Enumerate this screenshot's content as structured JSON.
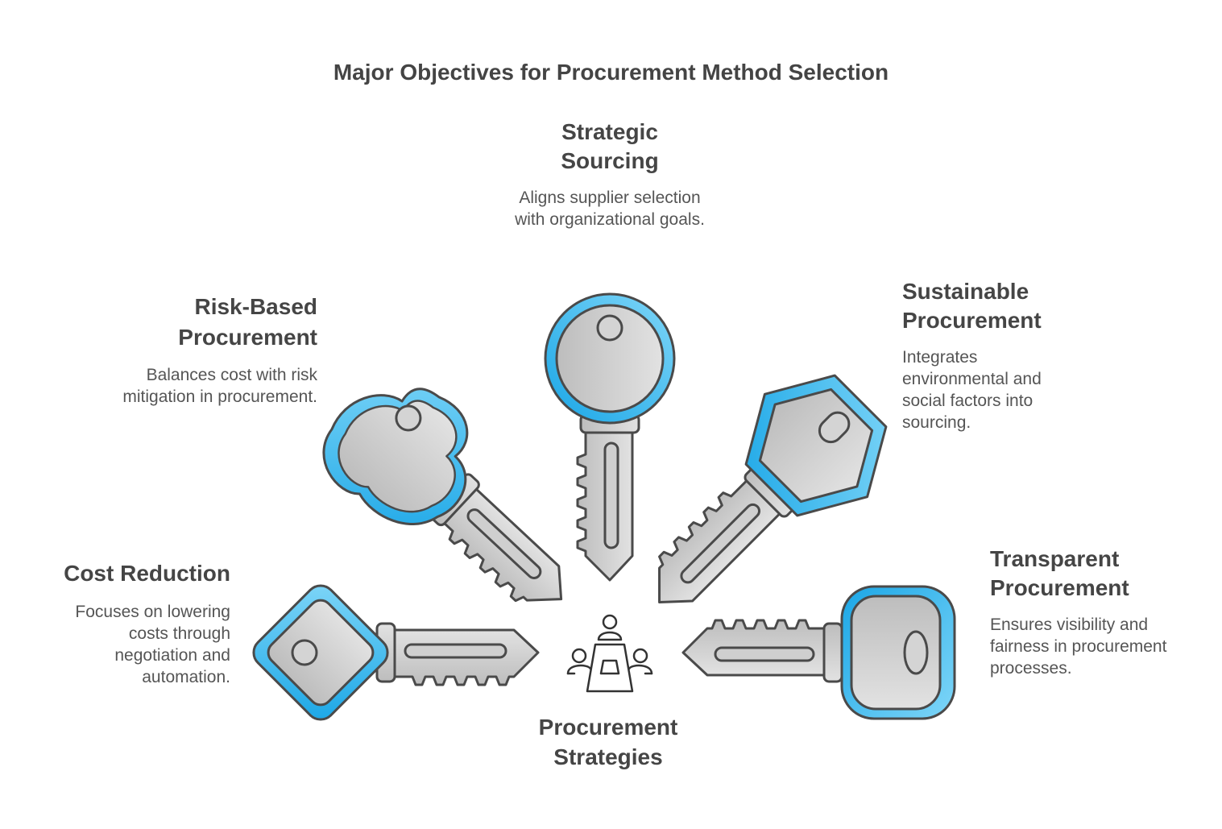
{
  "title": "Major Objectives for Procurement Method Selection",
  "center": {
    "line1": "Procurement",
    "line2": "Strategies",
    "icon": "meeting-group-icon"
  },
  "objectives": [
    {
      "id": "strategic",
      "title1": "Strategic",
      "title2": "Sourcing",
      "desc": "Aligns supplier selection with organizational goals."
    },
    {
      "id": "risk",
      "title1": "Risk-Based",
      "title2": "Procurement",
      "desc": "Balances cost with risk mitigation in procurement."
    },
    {
      "id": "sustainable",
      "title1": "Sustainable",
      "title2": "Procurement",
      "desc": "Integrates environmental and social factors into sourcing."
    },
    {
      "id": "cost",
      "title1": "Cost Reduction",
      "title2": "",
      "desc": "Focuses on lowering costs through negotiation and automation."
    },
    {
      "id": "transparent",
      "title1": "Transparent",
      "title2": "Procurement",
      "desc": "Ensures visibility and fairness in procurement processes."
    }
  ],
  "colors": {
    "accent": "#3fbdf2",
    "accent_dark": "#1aa6e6",
    "key_gray": "#d4d4d4",
    "outline": "#4a4a4a",
    "text": "#454545"
  }
}
